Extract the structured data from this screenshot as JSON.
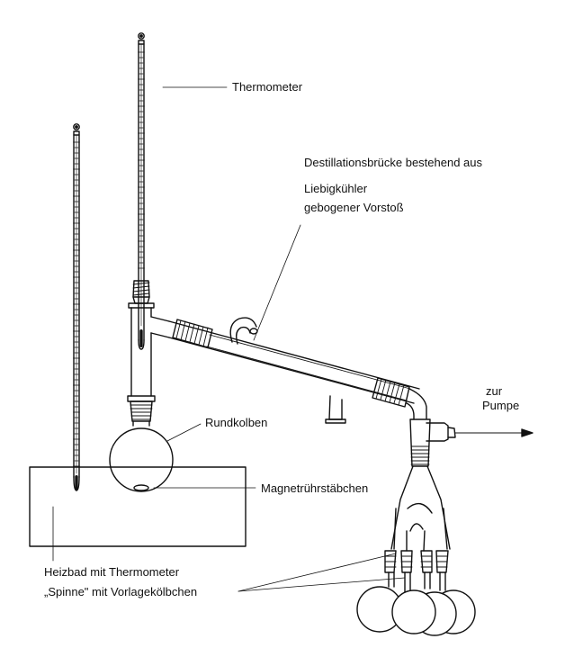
{
  "labels": {
    "thermometer": "Thermometer",
    "bridge_title": "Destillationsbrücke bestehend aus",
    "bridge_item_1": "Liebigkühler",
    "bridge_item_2": "gebogener Vorstoß",
    "pump_line_1": "zur",
    "pump_line_2": "Pumpe",
    "flask": "Rundkolben",
    "stirrer": "Magnetrührstäbchen",
    "bath": "Heizbad mit Thermometer",
    "spider": "„Spinne\" mit Vorlagekölbchen"
  }
}
